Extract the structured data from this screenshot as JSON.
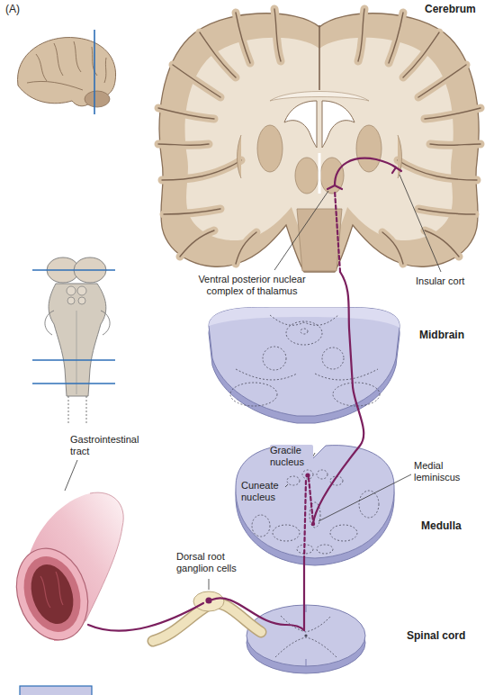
{
  "diagram": {
    "labels": [
      "(A)",
      "Cerebrum",
      "Ventral posterior nuclear complex of thalamus",
      "Insular cort",
      "Midbrain",
      "Gastrointestinal tract",
      "Gracile nucleus",
      "Cuneate nucleus",
      "Medial leminiscus",
      "Medulla",
      "Dorsal root ganglion cells",
      "Spinal cord"
    ]
  }
}
